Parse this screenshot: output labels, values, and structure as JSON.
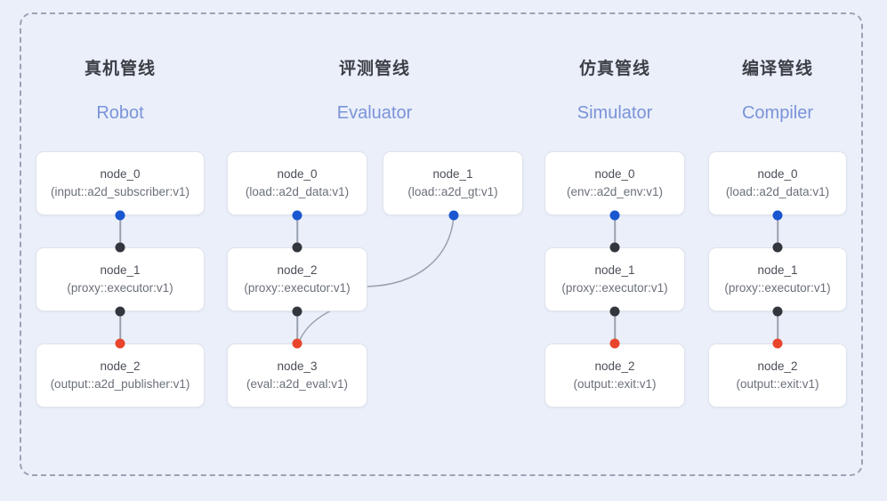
{
  "diagram": {
    "background_color": "#eaeffa",
    "frame_border_color": "#9aa3b4",
    "node_fill": "#ffffff",
    "node_border": "#dfe3ea",
    "accent_header_color": "#7b93d8",
    "dot_colors": {
      "input": "#1a56d0",
      "proxy": "#33363c",
      "output": "#e8452c"
    },
    "edge_color": "#9aa1ae"
  },
  "columns": [
    {
      "cn_title": "真机管线",
      "en_title": "Robot",
      "nodes": [
        {
          "name": "node_0",
          "spec": "(input::a2d_subscriber:v1)"
        },
        {
          "name": "node_1",
          "spec": "(proxy::executor:v1)"
        },
        {
          "name": "node_2",
          "spec": "(output::a2d_publisher:v1)"
        }
      ]
    },
    {
      "cn_title": "评测管线",
      "en_title": "Evaluator",
      "nodes": [
        {
          "name": "node_0",
          "spec": "(load::a2d_data:v1)"
        },
        {
          "name": "node_1",
          "spec": "(load::a2d_gt:v1)"
        },
        {
          "name": "node_2",
          "spec": "(proxy::executor:v1)"
        },
        {
          "name": "node_3",
          "spec": "(eval::a2d_eval:v1)"
        }
      ]
    },
    {
      "cn_title": "仿真管线",
      "en_title": "Simulator",
      "nodes": [
        {
          "name": "node_0",
          "spec": "(env::a2d_env:v1)"
        },
        {
          "name": "node_1",
          "spec": "(proxy::executor:v1)"
        },
        {
          "name": "node_2",
          "spec": "(output::exit:v1)"
        }
      ]
    },
    {
      "cn_title": "编译管线",
      "en_title": "Compiler",
      "nodes": [
        {
          "name": "node_0",
          "spec": "(load::a2d_data:v1)"
        },
        {
          "name": "node_1",
          "spec": "(proxy::executor:v1)"
        },
        {
          "name": "node_2",
          "spec": "(output::exit:v1)"
        }
      ]
    }
  ]
}
